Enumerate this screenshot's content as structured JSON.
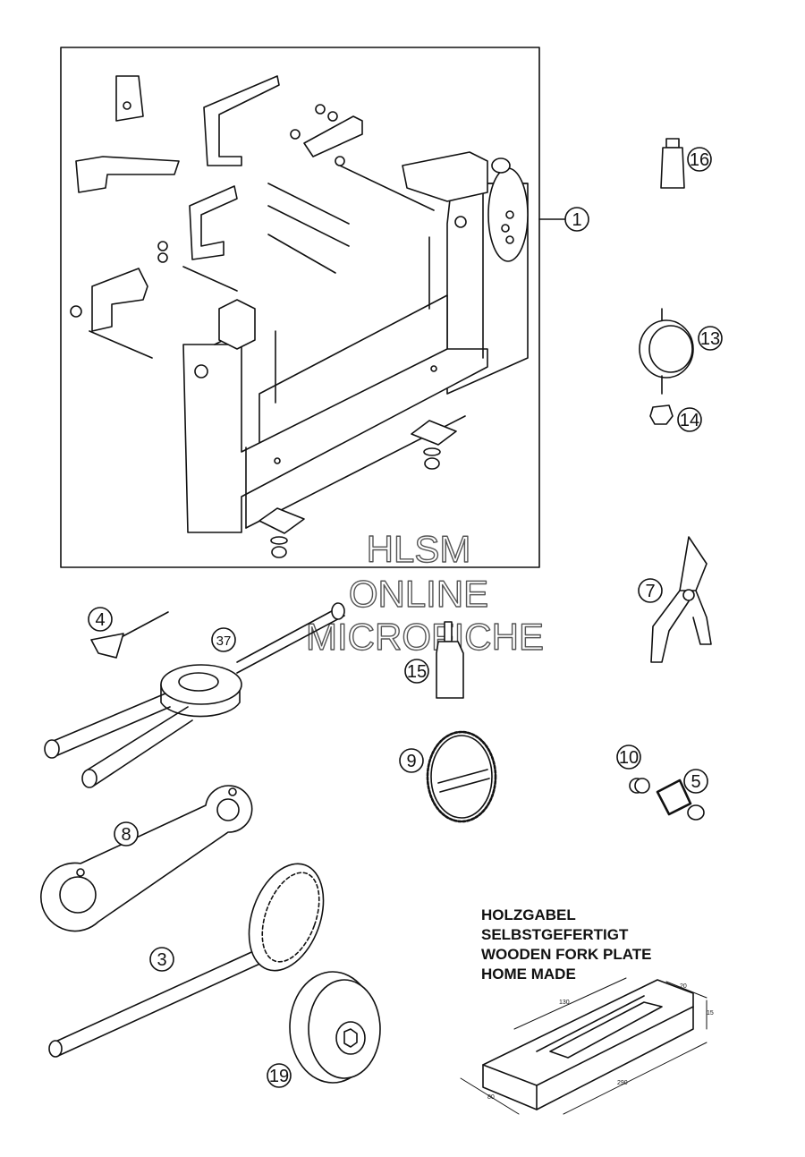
{
  "callouts": {
    "c1": "1",
    "c3": "3",
    "c4": "4",
    "c5": "5",
    "c7": "7",
    "c8": "8",
    "c9": "9",
    "c10": "10",
    "c13": "13",
    "c14": "14",
    "c15": "15",
    "c16": "16",
    "c19": "19",
    "c37": "37"
  },
  "watermark": {
    "line1": "HLSM",
    "line2": "ONLINE",
    "line3": "MICROFICHE"
  },
  "note": {
    "line1": "HOLZGABEL",
    "line2": "SELBSTGEFERTIGT",
    "line3": "WOODEN FORK PLATE",
    "line4": "HOME MADE"
  },
  "dimensions": {
    "d130": "130",
    "d20": "20",
    "d15": "15",
    "d290": "290",
    "d80": "80"
  }
}
